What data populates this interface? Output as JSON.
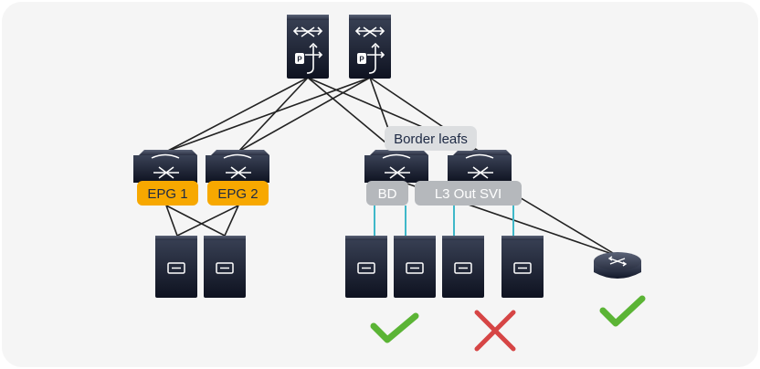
{
  "labels": {
    "border_leafs": "Border leafs",
    "epg1": "EPG 1",
    "epg2": "EPG 2",
    "bd": "BD",
    "l3out": "L3 Out SVI"
  },
  "icons": {
    "spine": "spine-switch-icon",
    "leaf": "leaf-switch-icon",
    "server": "server-icon",
    "router": "router-icon",
    "ok": "check-mark-icon",
    "bad": "x-mark-icon"
  },
  "colors": {
    "panel": "#f5f5f5",
    "epg": "#f7a800",
    "tag": "#b5b8bc",
    "link": "#222222",
    "access_link": "#3fb8c9",
    "check": "#5bb435",
    "cross": "#d64545"
  }
}
